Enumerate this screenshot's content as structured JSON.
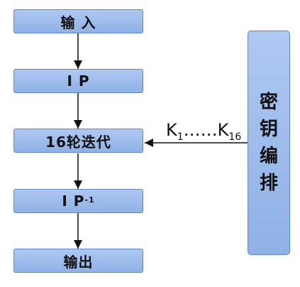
{
  "boxes": [
    {
      "label": "输 入"
    },
    {
      "label": "I P"
    },
    {
      "label": "16轮迭代"
    },
    {
      "label": "I P",
      "sup": "-1"
    },
    {
      "label": "输出"
    }
  ],
  "key_schedule": {
    "chars": [
      "密",
      "钥",
      "编",
      "排"
    ]
  },
  "key_label": {
    "k1": "K",
    "k1_sub": "1",
    "dots": "……",
    "k16": "K",
    "k16_sub": "16"
  }
}
